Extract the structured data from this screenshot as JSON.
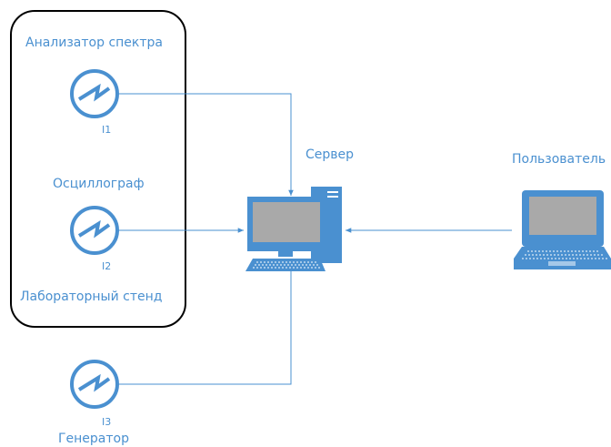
{
  "colors": {
    "accent": "#4a90d0",
    "box_border": "#000000",
    "screen": "#a9a9a9",
    "background": "#ffffff"
  },
  "lab_stand": {
    "label": "Лабораторный стенд",
    "devices": [
      {
        "name": "Анализатор спектра",
        "id": "I1",
        "icon": "instrument-icon"
      },
      {
        "name": "Осциллограф",
        "id": "I2",
        "icon": "instrument-icon"
      }
    ]
  },
  "generator": {
    "name": "Генератор",
    "id": "I3",
    "icon": "instrument-icon"
  },
  "server": {
    "label": "Сервер",
    "icon": "desktop-computer-icon"
  },
  "user": {
    "label": "Пользователь",
    "icon": "laptop-icon"
  }
}
